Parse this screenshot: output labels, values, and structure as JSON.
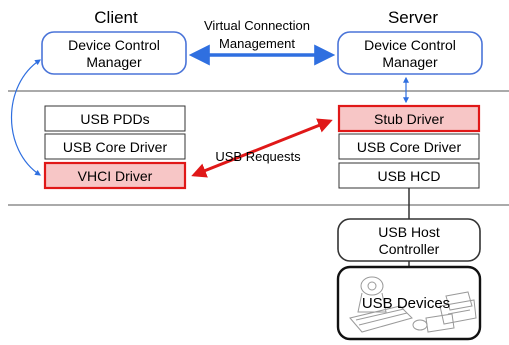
{
  "headers": {
    "client": "Client",
    "server": "Server"
  },
  "virtual_connection": {
    "line1": "Virtual Connection",
    "line2": "Management"
  },
  "client_dcm": {
    "line1": "Device Control",
    "line2": "Manager"
  },
  "server_dcm": {
    "line1": "Device Control",
    "line2": "Manager"
  },
  "client_stack": {
    "usb_pdds": "USB PDDs",
    "usb_core_driver": "USB Core Driver",
    "vhci_driver": "VHCI Driver"
  },
  "server_stack": {
    "stub_driver": "Stub Driver",
    "usb_core_driver": "USB Core Driver",
    "usb_hcd": "USB HCD"
  },
  "usb_requests": "USB Requests",
  "host_controller": {
    "line1": "USB Host",
    "line2": "Controller"
  },
  "usb_devices": "USB Devices",
  "colors": {
    "rounded_box_border": "#4a74d8",
    "blue_arrow": "#2f6fe0",
    "red_arrow": "#e01818",
    "highlight_fill": "#f7c6c6",
    "highlight_border": "#e01818",
    "divider": "#555555"
  },
  "icons": {
    "usb_devices_illustration": "usb-devices-illustration"
  }
}
